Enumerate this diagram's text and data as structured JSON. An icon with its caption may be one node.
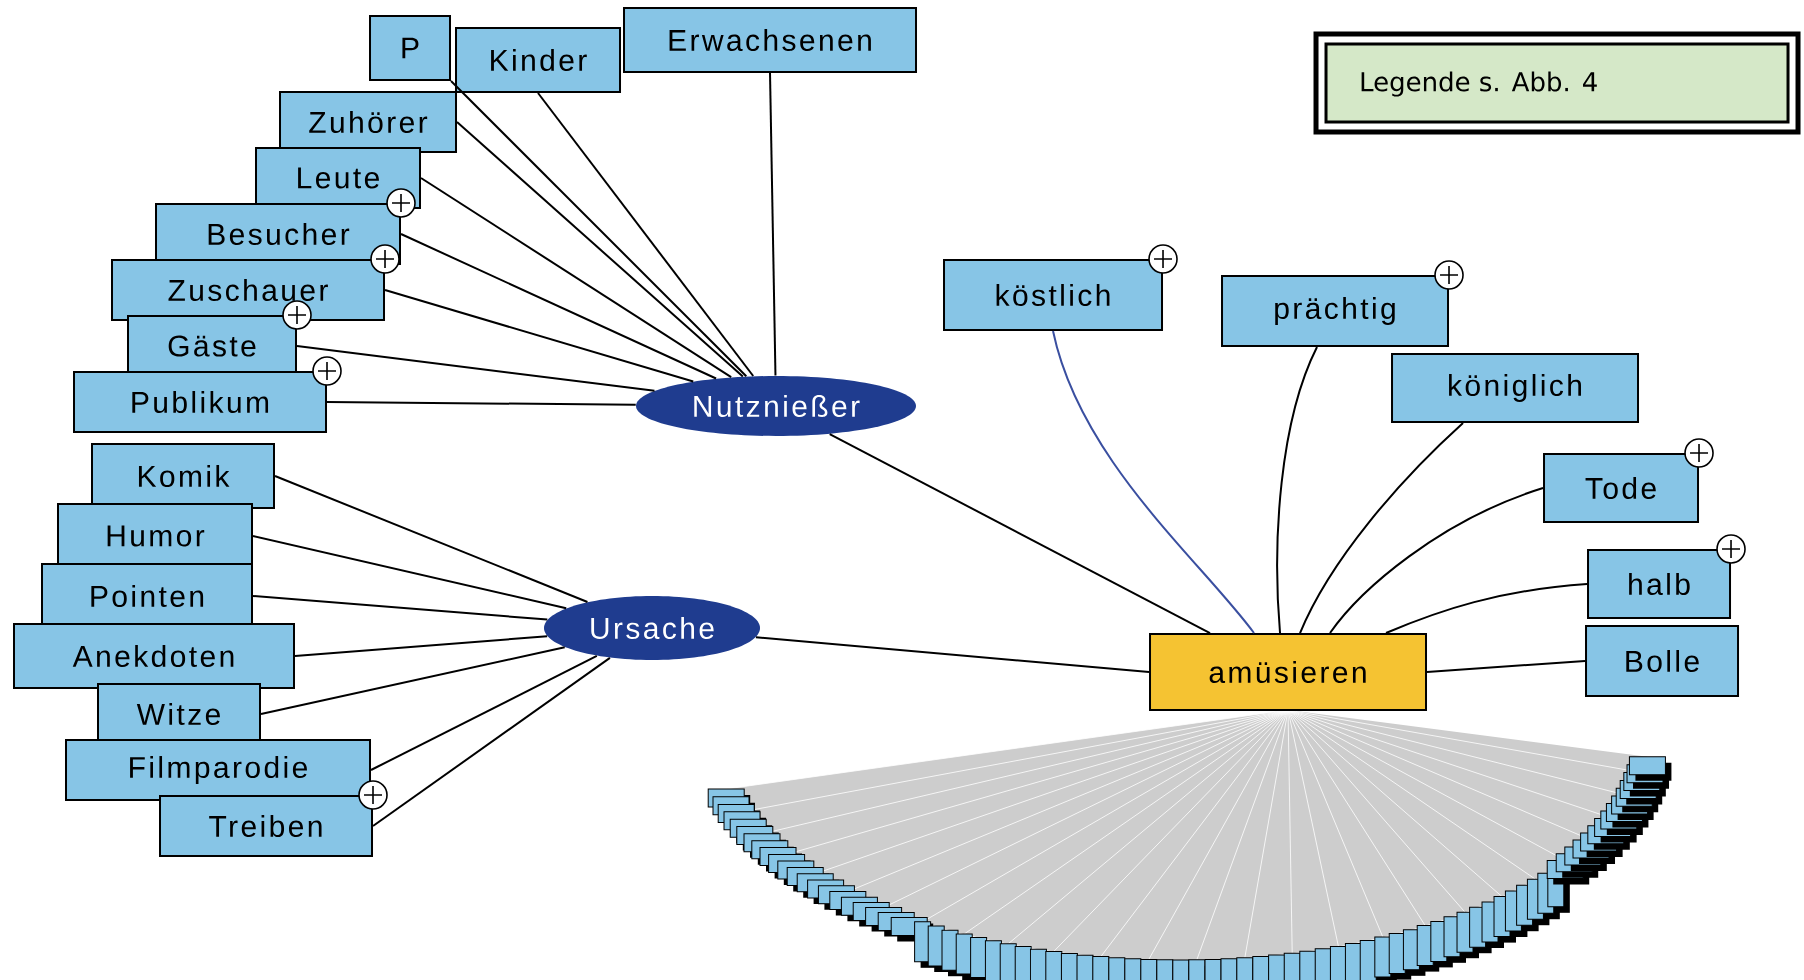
{
  "diagram": {
    "nodes": [
      {
        "text": [
          "P"
        ]
      },
      {
        "text": [
          "Kinder"
        ]
      },
      {
        "text": [
          "Erwachsenen"
        ]
      },
      {
        "text": [
          "Zuhörer"
        ]
      },
      {
        "text": [
          "Leute"
        ]
      },
      {
        "text": [
          "Besucher"
        ]
      },
      {
        "text": [
          "Zuschauer"
        ]
      },
      {
        "text": [
          "Gäste"
        ]
      },
      {
        "text": [
          "Publikum"
        ]
      },
      {
        "text": [
          "Nutznießer"
        ]
      },
      {
        "text": [
          "Komik"
        ]
      },
      {
        "text": [
          "Humor"
        ]
      },
      {
        "text": [
          "Pointen"
        ]
      },
      {
        "text": [
          "Anekdoten"
        ]
      },
      {
        "text": [
          "Witze"
        ]
      },
      {
        "text": [
          "Filmparodie"
        ]
      },
      {
        "text": [
          "Treiben"
        ]
      },
      {
        "text": [
          "Ursache"
        ]
      },
      {
        "text": [
          "köstlich"
        ]
      },
      {
        "text": [
          "prächtig"
        ]
      },
      {
        "text": [
          "königlich"
        ]
      },
      {
        "text": [
          "Tode"
        ]
      },
      {
        "text": [
          "halb"
        ]
      },
      {
        "text": [
          "Bolle"
        ]
      },
      {
        "text": [
          "amüsieren"
        ]
      }
    ],
    "edges": [
      {
        "from": 0,
        "to": 9,
        "arrow": "none"
      },
      {
        "from": 1,
        "to": 9,
        "arrow": "none"
      },
      {
        "from": 2,
        "to": 9,
        "arrow": "none"
      },
      {
        "from": 3,
        "to": 9,
        "arrow": "none"
      },
      {
        "from": 4,
        "to": 9,
        "arrow": "none"
      },
      {
        "from": 5,
        "to": 9,
        "arrow": "none"
      },
      {
        "from": 6,
        "to": 9,
        "arrow": "none"
      },
      {
        "from": 7,
        "to": 9,
        "arrow": "none"
      },
      {
        "from": 8,
        "to": 9,
        "arrow": "none"
      },
      {
        "from": 9,
        "to": 24,
        "arrow": "none"
      },
      {
        "from": 10,
        "to": 17,
        "arrow": "none"
      },
      {
        "from": 11,
        "to": 17,
        "arrow": "none"
      },
      {
        "from": 12,
        "to": 17,
        "arrow": "none"
      },
      {
        "from": 13,
        "to": 17,
        "arrow": "none"
      },
      {
        "from": 14,
        "to": 17,
        "arrow": "none"
      },
      {
        "from": 15,
        "to": 17,
        "arrow": "none"
      },
      {
        "from": 16,
        "to": 17,
        "arrow": "none"
      },
      {
        "from": 17,
        "to": 24,
        "arrow": "none"
      },
      {
        "from": 18,
        "to": 24,
        "arrow": "none",
        "color": "#3a4fa0"
      },
      {
        "from": 19,
        "to": 24,
        "arrow": "none"
      },
      {
        "from": 20,
        "to": 24,
        "arrow": "none"
      },
      {
        "from": 21,
        "to": 24,
        "arrow": "none"
      },
      {
        "from": 22,
        "to": 24,
        "arrow": "none"
      },
      {
        "from": 23,
        "to": 24,
        "arrow": "none"
      }
    ],
    "labels": [
      "Legende s. Abb. 4"
    ]
  }
}
